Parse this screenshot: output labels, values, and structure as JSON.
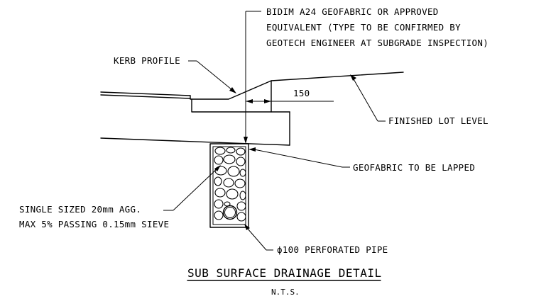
{
  "drawing": {
    "labels": {
      "geofabric_note": [
        "BIDIM A24 GEOFABRIC OR APPROVED",
        "EQUIVALENT (TYPE TO BE CONFIRMED BY",
        "GEOTECH ENGINEER AT SUBGRADE INSPECTION)"
      ],
      "kerb_profile": "KERB PROFILE",
      "dimension": "150",
      "finished_lot_level": "FINISHED LOT LEVEL",
      "geofabric_lapped": "GEOFABRIC TO BE LAPPED",
      "aggregate": [
        "SINGLE SIZED 20mm AGG.",
        "MAX 5% PASSING 0.15mm SIEVE"
      ],
      "pipe": "ϕ100 PERFORATED PIPE"
    },
    "title": "SUB SURFACE DRAINAGE DETAIL",
    "scale_note": "N.T.S."
  }
}
